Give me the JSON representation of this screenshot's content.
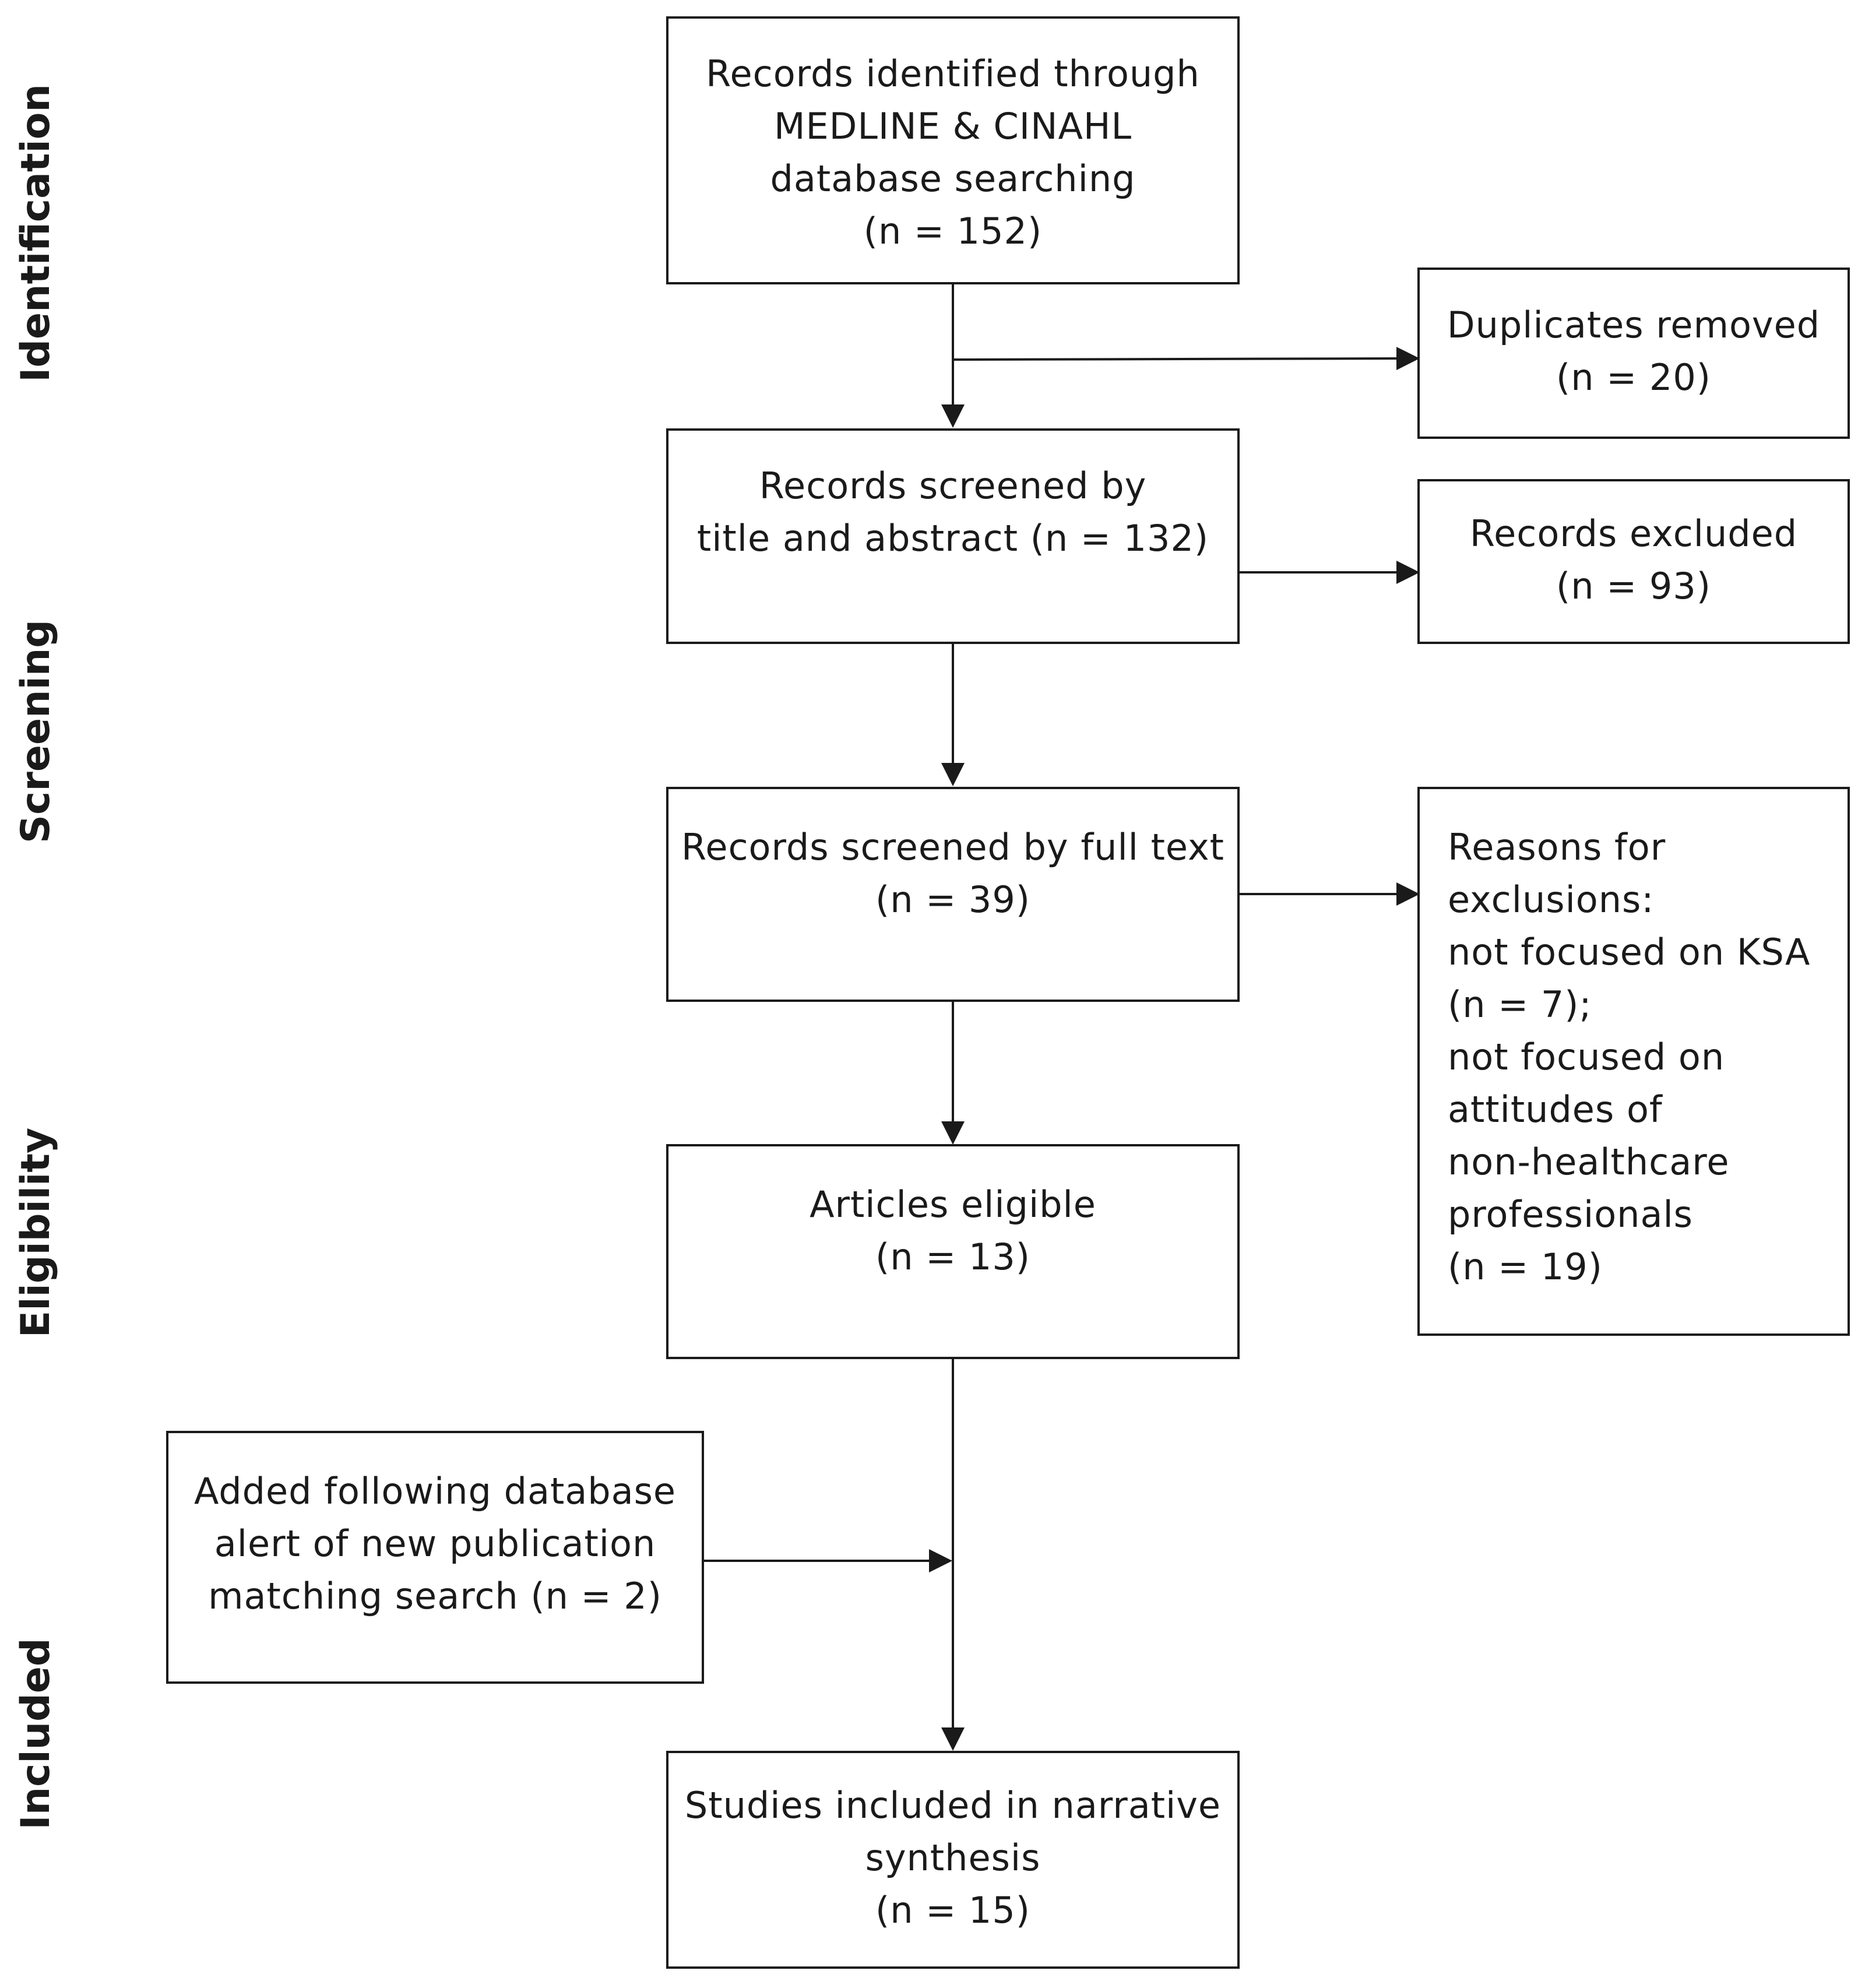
{
  "stages": [
    "Identification",
    "Screening",
    "Eligibility",
    "Included"
  ],
  "boxes": {
    "identified": [
      "Records identified through",
      "MEDLINE & CINAHL",
      "database searching",
      "(n = 152)"
    ],
    "duplicates": [
      "Duplicates removed",
      "(n = 20)"
    ],
    "title_abstract": [
      "Records screened by",
      "title and abstract (n = 132)"
    ],
    "excluded": [
      "Records excluded",
      "(n = 93)"
    ],
    "full_text": [
      "Records screened by full text",
      "(n = 39)"
    ],
    "reasons": [
      "Reasons for",
      "exclusions:",
      "not focused on KSA",
      "(n = 7);",
      "not focused on",
      "attitudes of",
      "non-healthcare",
      "professionals",
      "(n = 19)"
    ],
    "eligible": [
      "Articles eligible",
      "(n = 13)"
    ],
    "added": [
      "Added following database",
      "alert of new publication",
      "matching search (n = 2)"
    ],
    "included": [
      "Studies included in narrative",
      "synthesis",
      "(n = 15)"
    ]
  }
}
